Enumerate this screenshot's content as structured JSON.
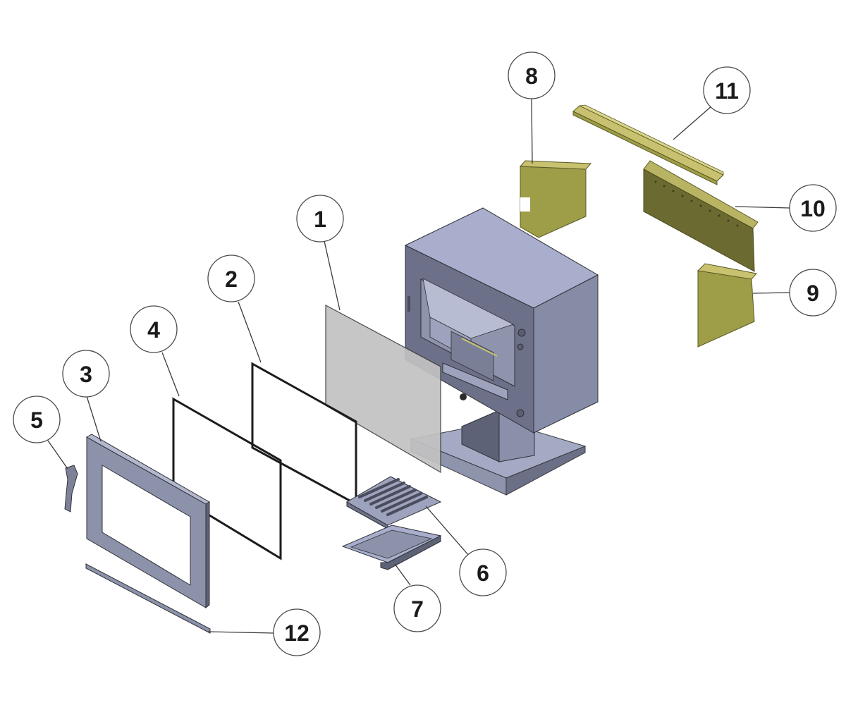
{
  "diagram": {
    "title": "",
    "callouts": {
      "c1": "1",
      "c2": "2",
      "c3": "3",
      "c4": "4",
      "c5": "5",
      "c6": "6",
      "c7": "7",
      "c8": "8",
      "c9": "9",
      "c10": "10",
      "c11": "11",
      "c12": "12"
    },
    "colors": {
      "steel_light": "#a4aac4",
      "steel_mid": "#8a90aa",
      "steel_dark": "#5e6276",
      "firebrick_light": "#c8c270",
      "firebrick_mid": "#9e9d48",
      "firebrick_dark": "#6b6a30",
      "glass": "#c0c0c0"
    }
  }
}
